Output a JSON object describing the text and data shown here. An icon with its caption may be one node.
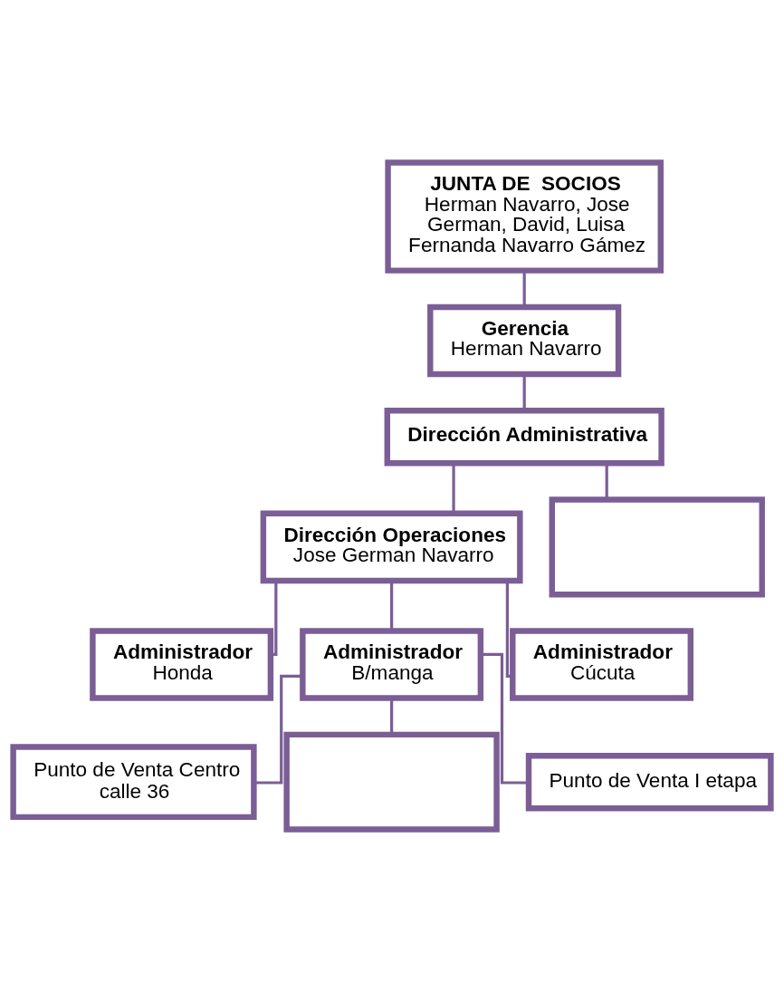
{
  "diagram": {
    "nodes": [
      {
        "text": [
          "JUNTA DE  SOCIOS",
          "Herman Navarro, Jose German, David, Luisa Fernanda Navarro Gámez"
        ]
      },
      {
        "text": [
          "Gerencia",
          "Herman Navarro"
        ]
      },
      {
        "text": [
          "Dirección Administrativa"
        ]
      },
      {
        "text": [
          "Dirección Operaciones",
          "Jose German Navarro"
        ]
      },
      {
        "text": [],
        "shape": "box"
      },
      {
        "text": [
          "Administrador",
          "Honda"
        ]
      },
      {
        "text": [
          "Administrador",
          "B/manga"
        ]
      },
      {
        "text": [
          "Administrador",
          "Cúcuta"
        ]
      },
      {
        "text": [
          "Punto de Venta Centro calle 36"
        ]
      },
      {
        "text": [],
        "shape": "box"
      },
      {
        "text": [
          "Punto de Venta I etapa"
        ]
      }
    ],
    "edges": [
      {
        "from": 0,
        "to": 1,
        "arrow": "none"
      },
      {
        "from": 1,
        "to": 2,
        "arrow": "none"
      },
      {
        "from": 2,
        "to": 3,
        "arrow": "none"
      },
      {
        "from": 2,
        "to": 4,
        "arrow": "none"
      },
      {
        "from": 3,
        "to": 5,
        "arrow": "none"
      },
      {
        "from": 3,
        "to": 6,
        "arrow": "none"
      },
      {
        "from": 3,
        "to": 7,
        "arrow": "none"
      },
      {
        "from": 6,
        "to": 8,
        "arrow": "none"
      },
      {
        "from": 6,
        "to": 9,
        "arrow": "none"
      },
      {
        "from": 6,
        "to": 10,
        "arrow": "none"
      }
    ]
  }
}
